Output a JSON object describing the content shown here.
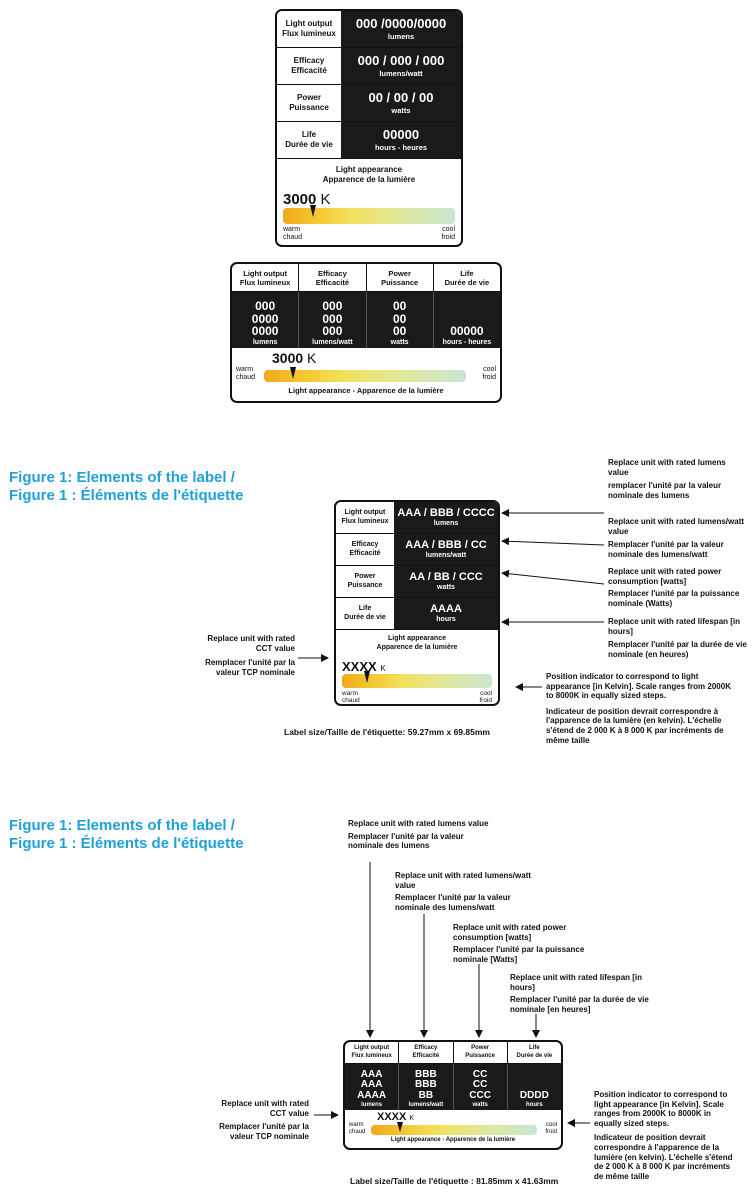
{
  "label1": {
    "rows": [
      {
        "l1": "Light output",
        "l2": "Flux lumineux",
        "value": "000 /0000/0000",
        "unit": "lumens"
      },
      {
        "l1": "Efficacy",
        "l2": "Efficacité",
        "value": "000 / 000 / 000",
        "unit": "lumens/watt"
      },
      {
        "l1": "Power",
        "l2": "Puissance",
        "value": "00 / 00 / 00",
        "unit": "watts"
      },
      {
        "l1": "Life",
        "l2": "Durée de vie",
        "value": "00000",
        "unit": "hours - heures"
      }
    ],
    "appearance_1": "Light appearance",
    "appearance_2": "Apparence de la lumière",
    "kelvin": "3000",
    "k": "K",
    "warm": "warm",
    "chaud": "chaud",
    "cool": "cool",
    "froid": "froid"
  },
  "label2": {
    "headers": [
      {
        "l1": "Light output",
        "l2": "Flux lumineux"
      },
      {
        "l1": "Efficacy",
        "l2": "Efficacité"
      },
      {
        "l1": "Power",
        "l2": "Puissance"
      },
      {
        "l1": "Life",
        "l2": "Durée de vie"
      }
    ],
    "cols": [
      {
        "v1": "000",
        "v2": "0000",
        "v3": "0000",
        "unit": "lumens"
      },
      {
        "v1": "000",
        "v2": "000",
        "v3": "000",
        "unit": "lumens/watt"
      },
      {
        "v1": "00",
        "v2": "00",
        "v3": "00",
        "unit": "watts"
      },
      {
        "v1": "",
        "v2": "",
        "v3": "00000",
        "unit": "hours - heures"
      }
    ],
    "kelvin": "3000",
    "k": "K",
    "warm": "warm",
    "chaud": "chaud",
    "cool": "cool",
    "froid": "froid",
    "appearance": "Light appearance - Apparence de la lumière"
  },
  "figure_a": {
    "title_1": "Figure 1: Elements of the label /",
    "title_2": "Figure 1 : Éléments de l'étiquette",
    "rows": [
      {
        "l1": "Light output",
        "l2": "Flux lumineux",
        "value": "AAA / BBB / CCCC",
        "unit": "lumens"
      },
      {
        "l1": "Efficacy",
        "l2": "Efficacité",
        "value": "AAA / BBB / CC",
        "unit": "lumens/watt"
      },
      {
        "l1": "Power",
        "l2": "Puissance",
        "value": "AA / BB / CCC",
        "unit": "watts"
      },
      {
        "l1": "Life",
        "l2": "Durée de vie",
        "value": "AAAA",
        "unit": "hours"
      }
    ],
    "appearance_1": "Light appearance",
    "appearance_2": "Apparence de la lumière",
    "kelvin": "XXXX",
    "k": "K",
    "warm": "warm",
    "chaud": "chaud",
    "cool": "cool",
    "froid": "froid",
    "size": "Label size/Taille de l'étiquette: 59.27mm x 69.85mm",
    "ann_lumens_en": "Replace unit with rated lumens value",
    "ann_lumens_fr": "remplacer l'unité par la valeur nominale des lumens",
    "ann_eff_en": "Replace unit with rated lumens/watt value",
    "ann_eff_fr": "Remplacer l'unité par la valeur nominale des lumens/watt",
    "ann_power_en": "Replace unit with rated power consumption [watts]",
    "ann_power_fr": "Remplacer l'unité par la puissance nominale (Watts)",
    "ann_life_en": "Replace unit with rated lifespan [in hours]",
    "ann_life_fr": "Remplacer l'unité par la durée de vie nominale (en heures)",
    "ann_cct_en": "Replace unit with rated CCT value",
    "ann_cct_fr": "Remplacer l'unité par la valeur TCP nominale",
    "ann_pos_en": "Position indicator to correspond to light appearance [in Kelvin]. Scale ranges from 2000K to 8000K in equally sized steps.",
    "ann_pos_fr": "Indicateur de position devrait correspondre à l'apparence de la lumière (en kelvin). L'échelle s'étend de 2 000 K à 8 000 K par incréments de même taille"
  },
  "figure_b": {
    "title_1": "Figure 1: Elements of the label /",
    "title_2": "Figure 1 : Éléments de l'étiquette",
    "headers": [
      {
        "l1": "Light output",
        "l2": "Flux lumineux"
      },
      {
        "l1": "Efficacy",
        "l2": "Efficacité"
      },
      {
        "l1": "Power",
        "l2": "Puissance"
      },
      {
        "l1": "Life",
        "l2": "Durée de vie"
      }
    ],
    "cols": [
      {
        "v1": "AAA",
        "v2": "AAA",
        "v3": "AAAA",
        "unit": "lumens"
      },
      {
        "v1": "BBB",
        "v2": "BBB",
        "v3": "BB",
        "unit": "lumens/watt"
      },
      {
        "v1": "CC",
        "v2": "CC",
        "v3": "CCC",
        "unit": "watts"
      },
      {
        "v1": "",
        "v2": "",
        "v3": "DDDD",
        "unit": "hours"
      }
    ],
    "kelvin": "XXXX",
    "k": "K",
    "warm": "warm",
    "chaud": "chaud",
    "cool": "cool",
    "froid": "froid",
    "appearance": "Light appearance - Apparence de la lumière",
    "size": "Label size/Taille de l'étiquette : 81.85mm x 41.63mm",
    "ann_lumens_en": "Replace unit with rated lumens value",
    "ann_lumens_fr": "Remplacer l'unité par la valeur nominale des lumens",
    "ann_eff_en": "Replace unit with rated lumens/watt value",
    "ann_eff_fr": "Remplacer l'unité par la valeur nominale des lumens/watt",
    "ann_power_en": "Replace unit with rated power consumption [watts]",
    "ann_power_fr": "Remplacer l'unité par la puissance nominale [Watts]",
    "ann_life_en": "Replace unit with rated lifespan [in hours]",
    "ann_life_fr": "Remplacer l'unité par la durée de vie nominale [en heures]",
    "ann_cct_en": "Replace unit with rated CCT value",
    "ann_cct_fr": "Remplacer l'unité par la valeur TCP nominale",
    "ann_pos_en": "Position indicator to correspond to light appearance [in Kelvin]. Scale ranges from 2000K to 8000K in equally sized steps.",
    "ann_pos_fr": "Indicateur de position devrait correspondre à l'apparence de la lumière (en kelvin). L'échelle s'étend de 2 000 K à 8 000 K par incréments de même taille"
  }
}
